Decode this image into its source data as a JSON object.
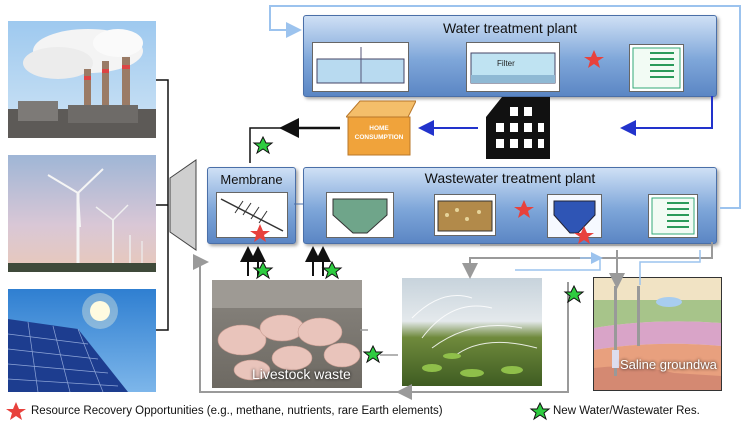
{
  "plants": {
    "water_title": "Water treatment plant",
    "wastewater_title": "Wastewater treatment plant",
    "membrane_title": "Membrane"
  },
  "units": {
    "filter_label": "Filter",
    "home_label_line1": "HOME",
    "home_label_line2": "CONSUMPTION"
  },
  "photos": {
    "livestock_caption": "Livestock waste",
    "saline_caption": "Saline groundwa"
  },
  "legend": {
    "resource_recovery": "Resource Recovery Opportunities (e.g., methane, nutrients, rare Earth elements)",
    "new_water": "New Water/Wastewater Res."
  },
  "colors": {
    "red_star": "#e8413c",
    "green_star": "#2ecc40",
    "plant_blue": "#7ea6d9",
    "flow_light_blue": "#9cc3ee",
    "flow_dark_blue": "#2233cc",
    "flow_gray": "#9a9a9a",
    "home_orange": "#f0a33b"
  },
  "icons": [
    "power-plant-photo",
    "wind-turbine-photo",
    "solar-panel-photo",
    "home-icon",
    "building-icon",
    "red-star-icon",
    "green-star-icon"
  ]
}
